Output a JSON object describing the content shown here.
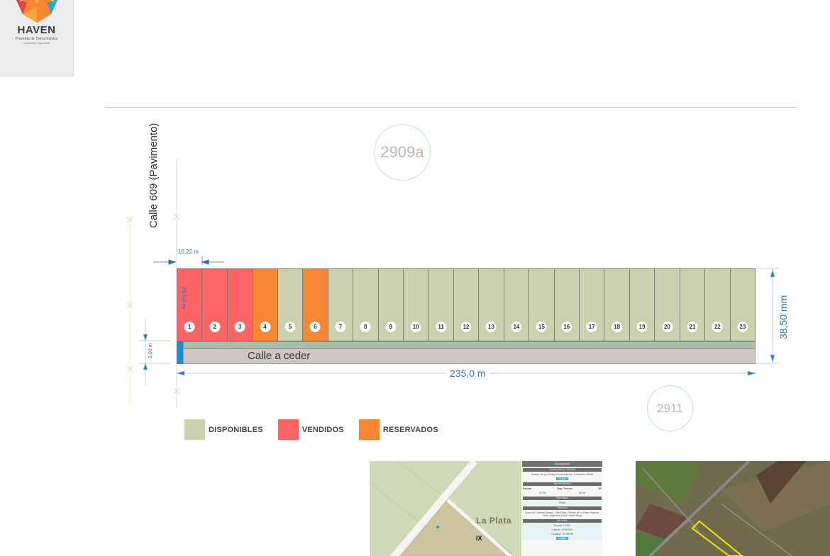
{
  "logo": {
    "brand": "HAVEN",
    "tagline": "Preventa de Tierra Indivisa",
    "sub": "Comunidad Organizada"
  },
  "plan": {
    "street_name": "Calle 609  (Pavimento)",
    "blocks": [
      "2909a",
      "2911"
    ],
    "access_road_label": "Calle a ceder",
    "dimensions": {
      "lot_front": "10,22 m",
      "lot_depth": "29,50 m",
      "street_width": "9,00 m",
      "total_width": "235,0 m",
      "total_depth": "38,50 mm"
    },
    "status_colors": {
      "disponible": "#c9d1ae",
      "vendido": "#ff6363",
      "reservado": "#f58634"
    },
    "lots": [
      {
        "number": "1",
        "status": "vendido"
      },
      {
        "number": "2",
        "status": "vendido"
      },
      {
        "number": "3",
        "status": "vendido"
      },
      {
        "number": "4",
        "status": "reservado"
      },
      {
        "number": "5",
        "status": "disponible"
      },
      {
        "number": "6",
        "status": "reservado"
      },
      {
        "number": "7",
        "status": "disponible"
      },
      {
        "number": "8",
        "status": "disponible"
      },
      {
        "number": "9",
        "status": "disponible"
      },
      {
        "number": "10",
        "status": "disponible"
      },
      {
        "number": "11",
        "status": "disponible"
      },
      {
        "number": "12",
        "status": "disponible"
      },
      {
        "number": "13",
        "status": "disponible"
      },
      {
        "number": "14",
        "status": "disponible"
      },
      {
        "number": "15",
        "status": "disponible"
      },
      {
        "number": "16",
        "status": "disponible"
      },
      {
        "number": "17",
        "status": "disponible"
      },
      {
        "number": "18",
        "status": "disponible"
      },
      {
        "number": "19",
        "status": "disponible"
      },
      {
        "number": "20",
        "status": "disponible"
      },
      {
        "number": "21",
        "status": "disponible"
      },
      {
        "number": "22",
        "status": "disponible"
      },
      {
        "number": "23",
        "status": "disponible"
      }
    ]
  },
  "legend": [
    {
      "label": "DISPONIBLES",
      "color": "#c9d1ae"
    },
    {
      "label": "VENDIDOS",
      "color": "#ff6363"
    },
    {
      "label": "RESERVADOS",
      "color": "#f58634"
    }
  ],
  "cadastral_map": {
    "city_label": "La Plata",
    "zone_label": "IX",
    "info_panel": {
      "title": "Información",
      "sections": [
        {
          "header": "Nomenclatura Catastral",
          "text": "Partido: 55 (La Plata) Circunscripción: X Parcela: 2909A",
          "button": "Copiar"
        },
        {
          "header": "Valores Básicos",
          "columns": [
            "Partida",
            "Sup. Terreno",
            "SP"
          ],
          "values": [
            "97796",
            "43229",
            ""
          ]
        },
        {
          "header": "Descargas",
          "text": "Plano"
        },
        {
          "header": "Dirección",
          "text": "Barrio El Carmen (Oeste), Villa Elvira, Partido de La Plata, Buenos Aires, Argentina (Open Street Map)"
        },
        {
          "header": "Ubicación",
          "rows": [
            "Escala: 1:1000",
            "Latitud: -34.94943",
            "Longitud: -57.88196"
          ],
          "button": "Copiar"
        }
      ]
    }
  }
}
